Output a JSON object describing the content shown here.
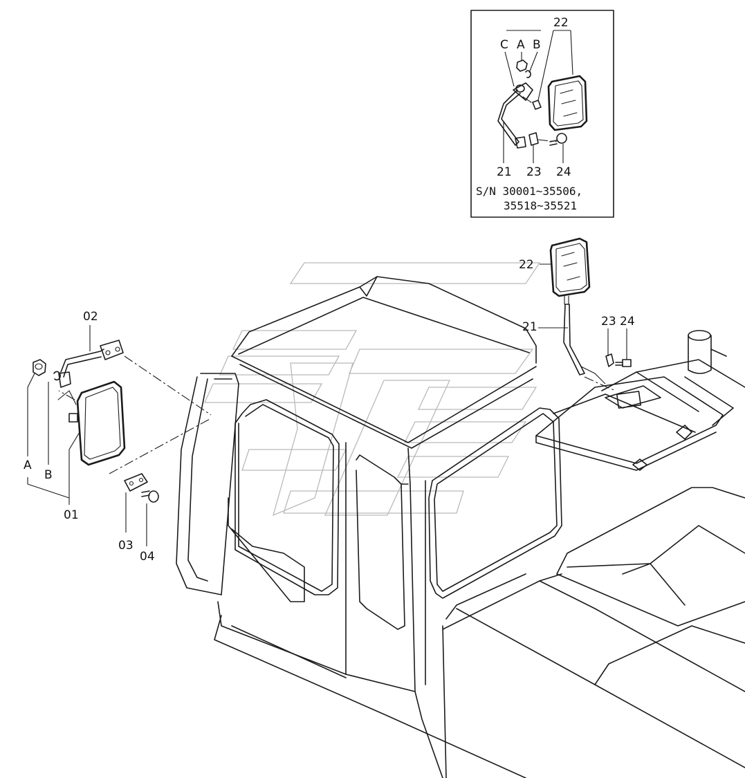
{
  "inset": {
    "labels": {
      "p22": "22",
      "c": "C",
      "a": "A",
      "b": "B",
      "p21": "21",
      "p23": "23",
      "p24": "24"
    },
    "serial_line1": "S/N 30001~35506,",
    "serial_line2": "35518~35521"
  },
  "main": {
    "labels": {
      "p22": "22",
      "p21": "21",
      "p23": "23",
      "p24": "24"
    }
  },
  "left": {
    "labels": {
      "p02": "02",
      "a": "A",
      "b": "B",
      "p01": "01",
      "p03": "03",
      "p04": "04"
    }
  }
}
